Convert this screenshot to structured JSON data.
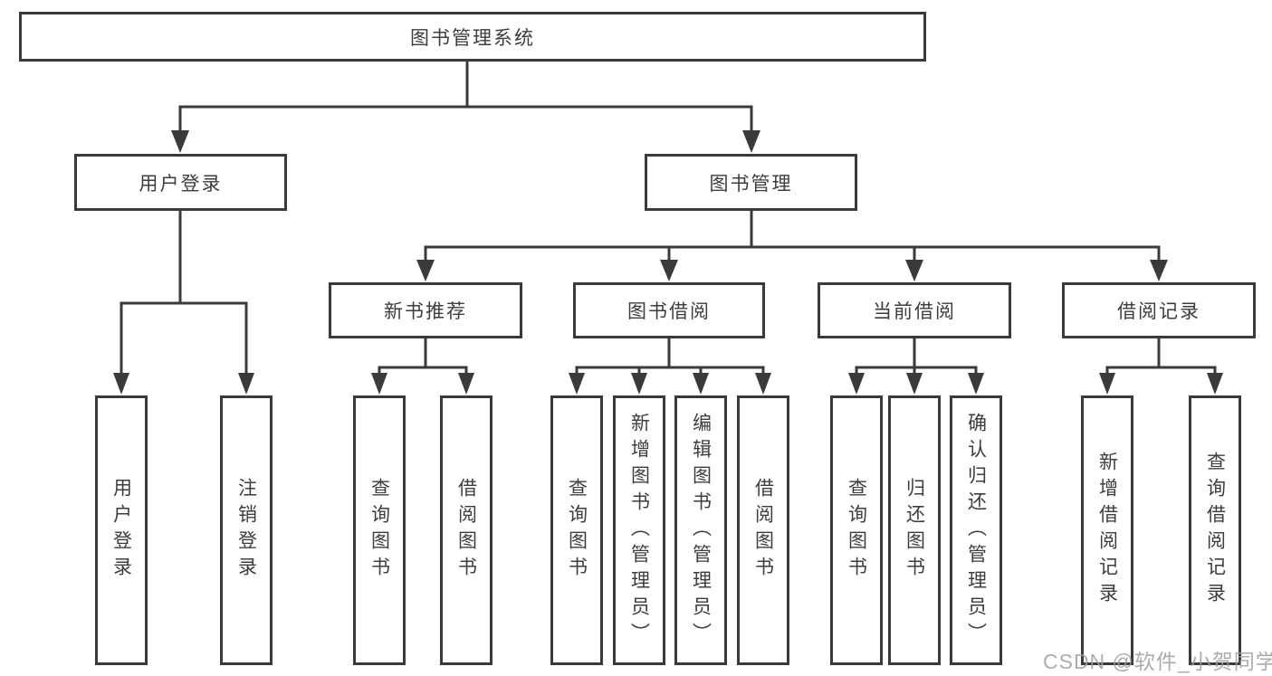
{
  "colors": {
    "line": "#3a3a3a",
    "box_border": "#3a3a3a",
    "text": "#3d3d3d",
    "background": "#ffffff",
    "watermark": "#9e9e9e"
  },
  "watermark": {
    "text": "CSDN @软件_小贺同学"
  },
  "tree": {
    "root": {
      "label": "图书管理系统"
    },
    "branches": [
      {
        "label": "用户登录",
        "children": [
          {
            "label": "用户登录"
          },
          {
            "label": "注销登录"
          }
        ]
      },
      {
        "label": "图书管理",
        "children": [
          {
            "label": "新书推荐",
            "children": [
              {
                "label": "查询图书"
              },
              {
                "label": "借阅图书"
              }
            ]
          },
          {
            "label": "图书借阅",
            "children": [
              {
                "label": "查询图书"
              },
              {
                "label": "新增图书（管理员）"
              },
              {
                "label": "编辑图书（管理员）"
              },
              {
                "label": "借阅图书"
              }
            ]
          },
          {
            "label": "当前借阅",
            "children": [
              {
                "label": "查询图书"
              },
              {
                "label": "归还图书"
              },
              {
                "label": "确认归还（管理员）"
              }
            ]
          },
          {
            "label": "借阅记录",
            "children": [
              {
                "label": "新增借阅记录"
              },
              {
                "label": "查询借阅记录"
              }
            ]
          }
        ]
      }
    ]
  }
}
